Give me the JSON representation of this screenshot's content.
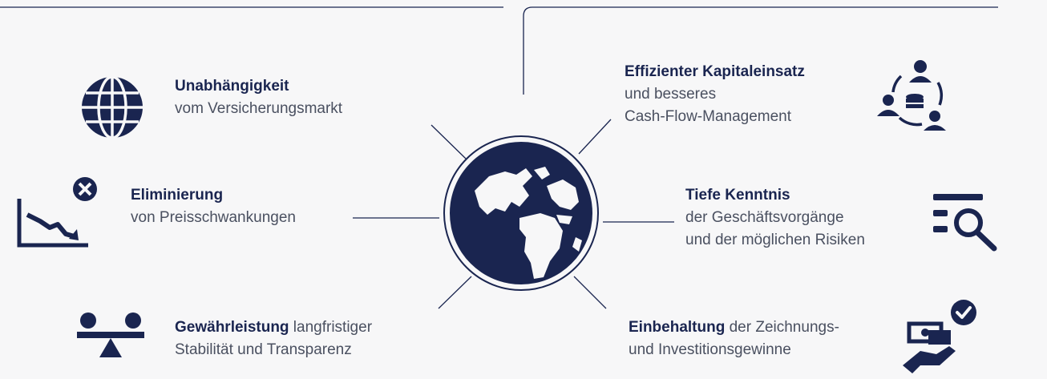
{
  "colors": {
    "navy": "#1a2550",
    "text": "#4a5060",
    "background": "#f7f7f8"
  },
  "center": {
    "icon": "globe-icon"
  },
  "items": {
    "independence": {
      "icon": "globe-grid-icon",
      "title": "Unabhängigkeit",
      "line1": "vom Versicherungsmarkt"
    },
    "elimination": {
      "icon": "falling-chart-cancel-icon",
      "title": "Eliminierung",
      "line1": "von Preisschwankungen"
    },
    "stability": {
      "icon": "balance-scale-icon",
      "title": "Gewährleistung",
      "title_rest": " langfristiger",
      "line1": "Stabilität und Transparenz"
    },
    "capital": {
      "icon": "team-database-cycle-icon",
      "title": "Effizienter Kapitaleinsatz",
      "line1": "und besseres",
      "line2": "Cash-Flow-Management"
    },
    "knowledge": {
      "icon": "document-search-icon",
      "title": "Tiefe Kenntnis",
      "line1": "der Geschäftsvorgänge",
      "line2": "und der möglichen Risiken"
    },
    "retention": {
      "icon": "money-hand-check-icon",
      "title": "Einbehaltung",
      "title_rest": " der Zeichnungs-",
      "line1": "und Investitionsgewinne"
    }
  }
}
